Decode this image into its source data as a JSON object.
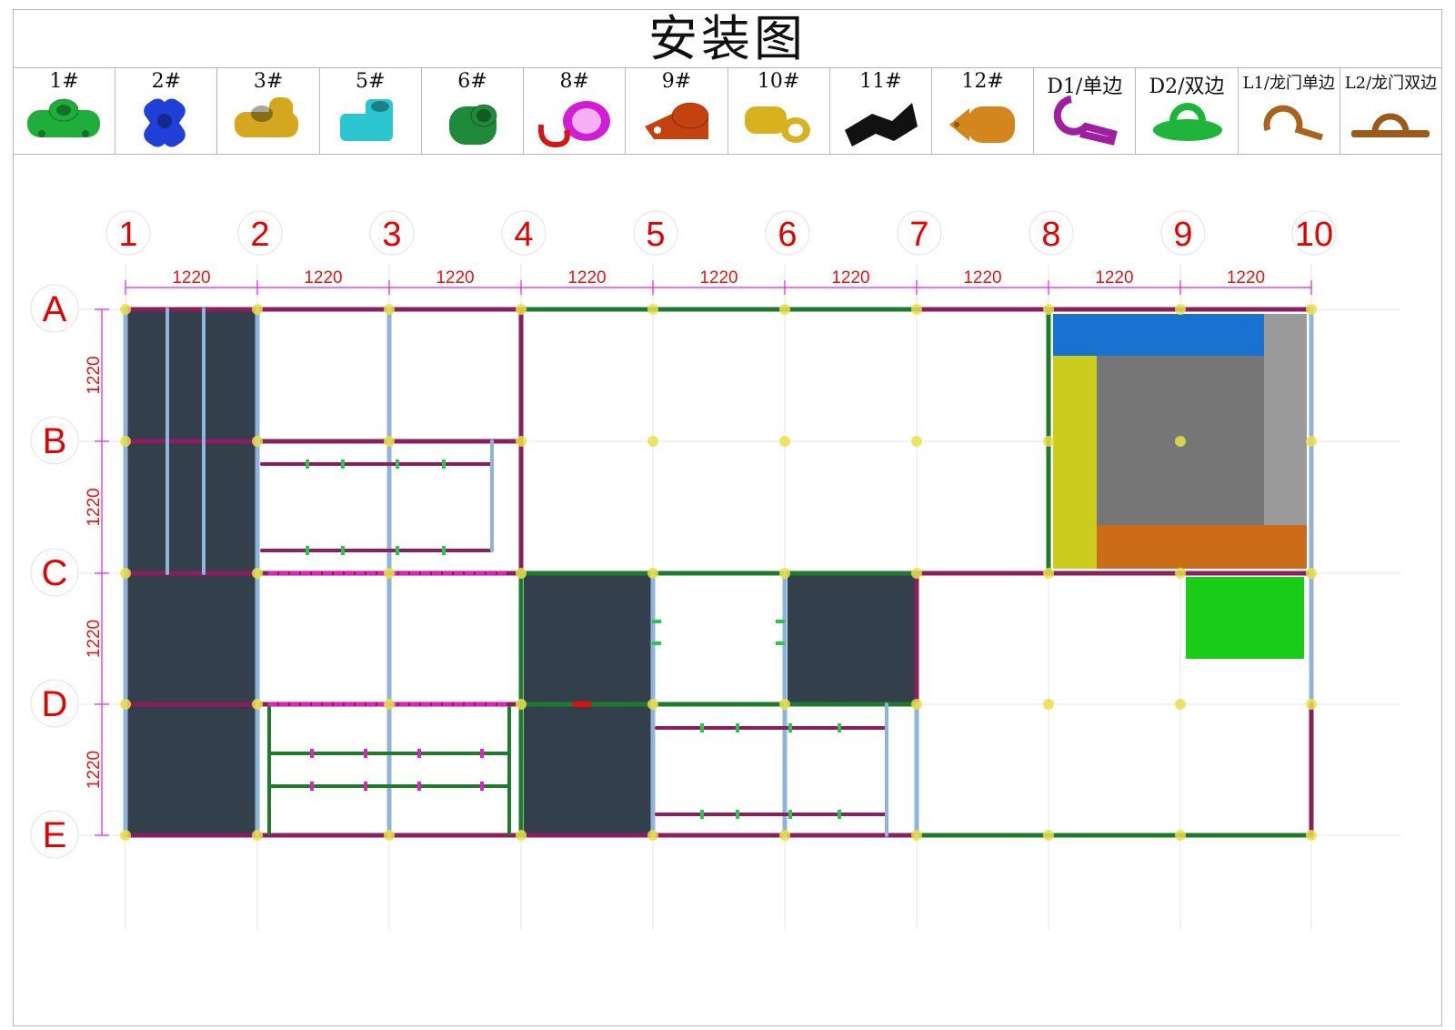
{
  "title": "安装图",
  "parts": [
    {
      "label": "1#",
      "icon": "green-tee-connector-icon",
      "color": "#1fae3c"
    },
    {
      "label": "2#",
      "icon": "blue-cross-connector-icon",
      "color": "#1f3fd6"
    },
    {
      "label": "3#",
      "icon": "gold-three-way-connector-icon",
      "color": "#d4a71e"
    },
    {
      "label": "5#",
      "icon": "cyan-corner-connector-icon",
      "color": "#2bc6d0"
    },
    {
      "label": "6#",
      "icon": "green-elbow-connector-icon",
      "color": "#1f8a3a"
    },
    {
      "label": "8#",
      "icon": "magenta-shackle-clamp-icon",
      "color": "#d21ed2"
    },
    {
      "label": "9#",
      "icon": "red-flange-clamp-icon",
      "color": "#c4420f"
    },
    {
      "label": "10#",
      "icon": "gold-eye-clamp-icon",
      "color": "#d8b21e"
    },
    {
      "label": "11#",
      "icon": "black-angled-connector-icon",
      "color": "#111111"
    },
    {
      "label": "12#",
      "icon": "orange-wall-flange-icon",
      "color": "#d4861e"
    },
    {
      "label": "D1/单边",
      "icon": "purple-single-clamp-icon",
      "color": "#a01ea0"
    },
    {
      "label": "D2/双边",
      "icon": "green-double-clamp-icon",
      "color": "#1fb43c"
    },
    {
      "label": "L1/龙门单边",
      "icon": "brown-gantry-single-clamp-icon",
      "color": "#a8641e"
    },
    {
      "label": "L2/龙门双边",
      "icon": "brown-gantry-double-clamp-icon",
      "color": "#9a5a1a"
    }
  ],
  "columns": [
    "1",
    "2",
    "3",
    "4",
    "5",
    "6",
    "7",
    "8",
    "9",
    "10"
  ],
  "rows": [
    "A",
    "B",
    "C",
    "D",
    "E"
  ],
  "spacing_label": "1220",
  "colors": {
    "axis_label": "#e00000",
    "dimension": "#e020e0",
    "tube_purple": "#8b1e5c",
    "tube_green": "#1f7a2e",
    "tube_blue": "#8fb3d9",
    "panel_dark": "#333f4b",
    "node_yellow": "#e8e04a",
    "zone_blue": "#1873d0",
    "zone_grey_light": "#9a9a9a",
    "zone_grey": "#767676",
    "zone_yellow": "#cccc1e",
    "zone_orange": "#cc6c18",
    "zone_green": "#18cc18"
  }
}
